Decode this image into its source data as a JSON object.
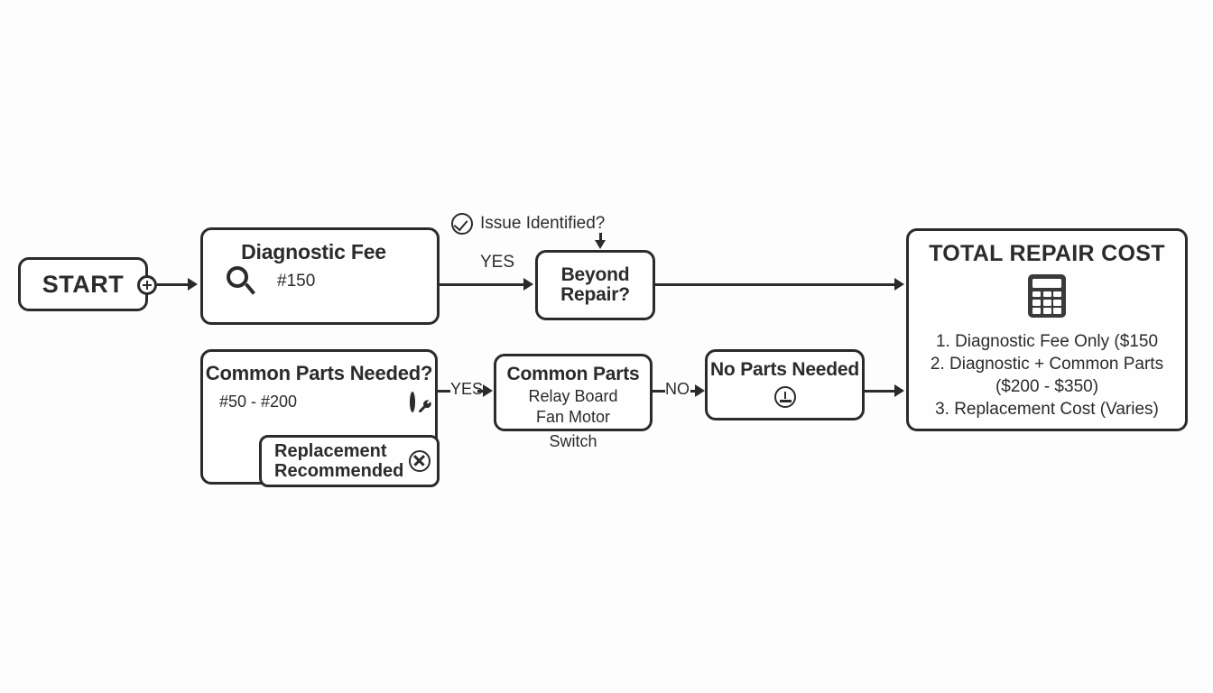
{
  "diagram": {
    "type": "flowchart",
    "title": "Appliance Repair Cost Decision Flow",
    "background_color": "#fdfdfd",
    "stroke_color": "#2b2b2b"
  },
  "nodes": {
    "start": {
      "label": "START",
      "port_icon": "plus-circle-icon"
    },
    "diagnostic": {
      "title": "Diagnostic Fee",
      "fee": "#150",
      "icon": "magnifier-icon"
    },
    "issue_identified": {
      "label": "Issue Identified?",
      "icon": "check-circle-icon"
    },
    "beyond_repair": {
      "line1": "Beyond",
      "line2": "Repair?"
    },
    "common_parts_needed": {
      "title": "Common Parts Needed?",
      "price_range": "#50 - #200",
      "icon": "wrench-circle-icon",
      "inner": {
        "line1": "Replacement",
        "line2": "Recommended",
        "icon": "x-circle-icon"
      }
    },
    "common_parts": {
      "title": "Common Parts",
      "items": [
        "Relay Board",
        "Fan Motor"
      ],
      "overflow_item": "Switch"
    },
    "no_parts_needed": {
      "title": "No Parts Needed",
      "icon": "ground-circle-icon"
    },
    "total_repair_cost": {
      "title": "TOTAL REPAIR COST",
      "icon": "calculator-icon",
      "lines": [
        "1. Diagnostic Fee Only ($150",
        "2. Diagnostic + Common Parts",
        "($200 - $350)",
        "3. Replacement Cost (Varies)"
      ]
    }
  },
  "edges": {
    "yes_top": "YES",
    "yes_bottom": "YES",
    "no_bottom": "NO"
  }
}
